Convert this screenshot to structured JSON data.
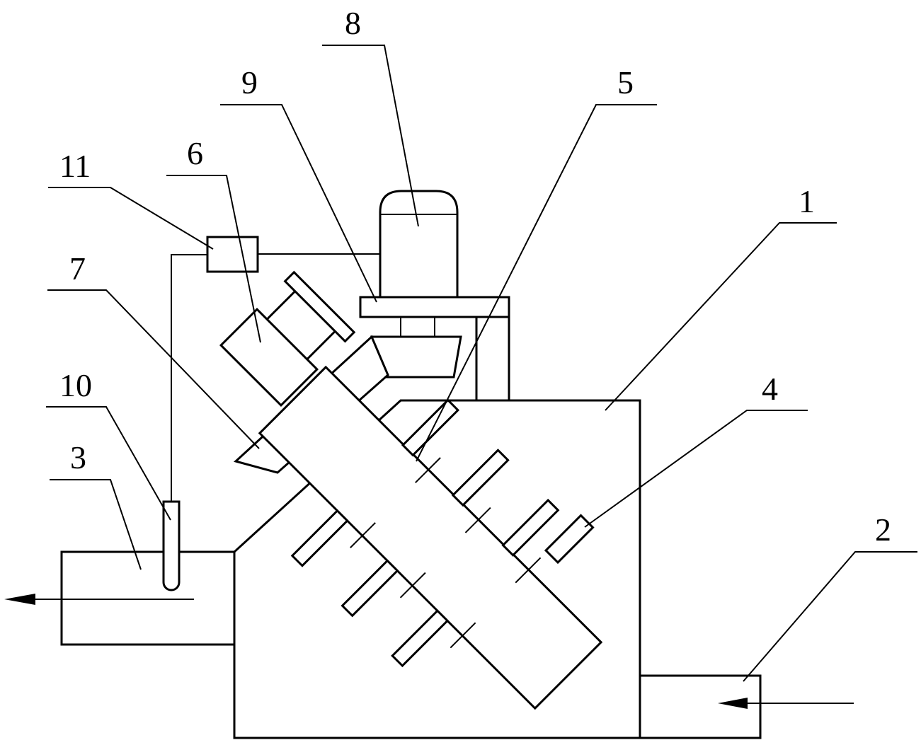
{
  "callouts": [
    {
      "id": "1",
      "text": "1"
    },
    {
      "id": "2",
      "text": "2"
    },
    {
      "id": "3",
      "text": "3"
    },
    {
      "id": "4",
      "text": "4"
    },
    {
      "id": "5",
      "text": "5"
    },
    {
      "id": "6",
      "text": "6"
    },
    {
      "id": "7",
      "text": "7"
    },
    {
      "id": "8",
      "text": "8"
    },
    {
      "id": "9",
      "text": "9"
    },
    {
      "id": "10",
      "text": "10"
    },
    {
      "id": "11",
      "text": "11"
    }
  ],
  "colors": {
    "line": "#000000",
    "background": "#ffffff"
  }
}
